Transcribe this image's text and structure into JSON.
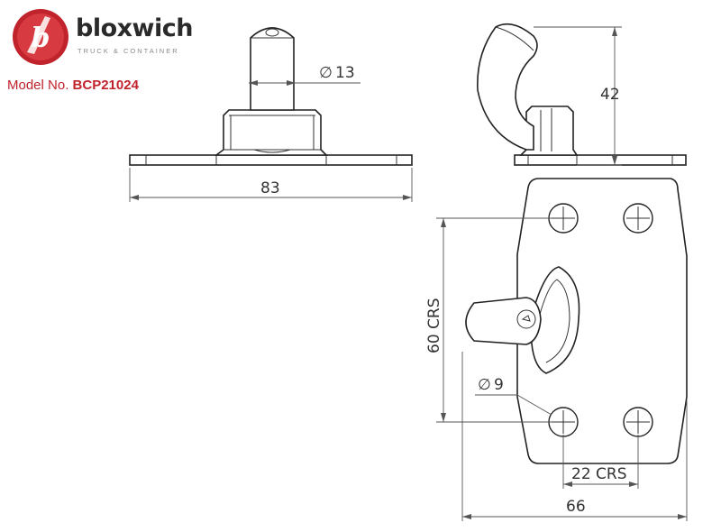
{
  "brand": {
    "name": "bloxwich",
    "tagline": "TRUCK & CONTAINER",
    "logo_letter": "b",
    "accent_color": "#c0232b"
  },
  "model": {
    "label": "Model No.",
    "number": "BCP21024"
  },
  "dimensions": {
    "pin_diameter": "13",
    "base_length": "83",
    "height": "42",
    "hole_centres_vertical": "60 CRS",
    "hole_diameter": "9",
    "hole_centres_horizontal": "22 CRS",
    "plate_width": "66"
  },
  "diameter_symbol": "∅"
}
